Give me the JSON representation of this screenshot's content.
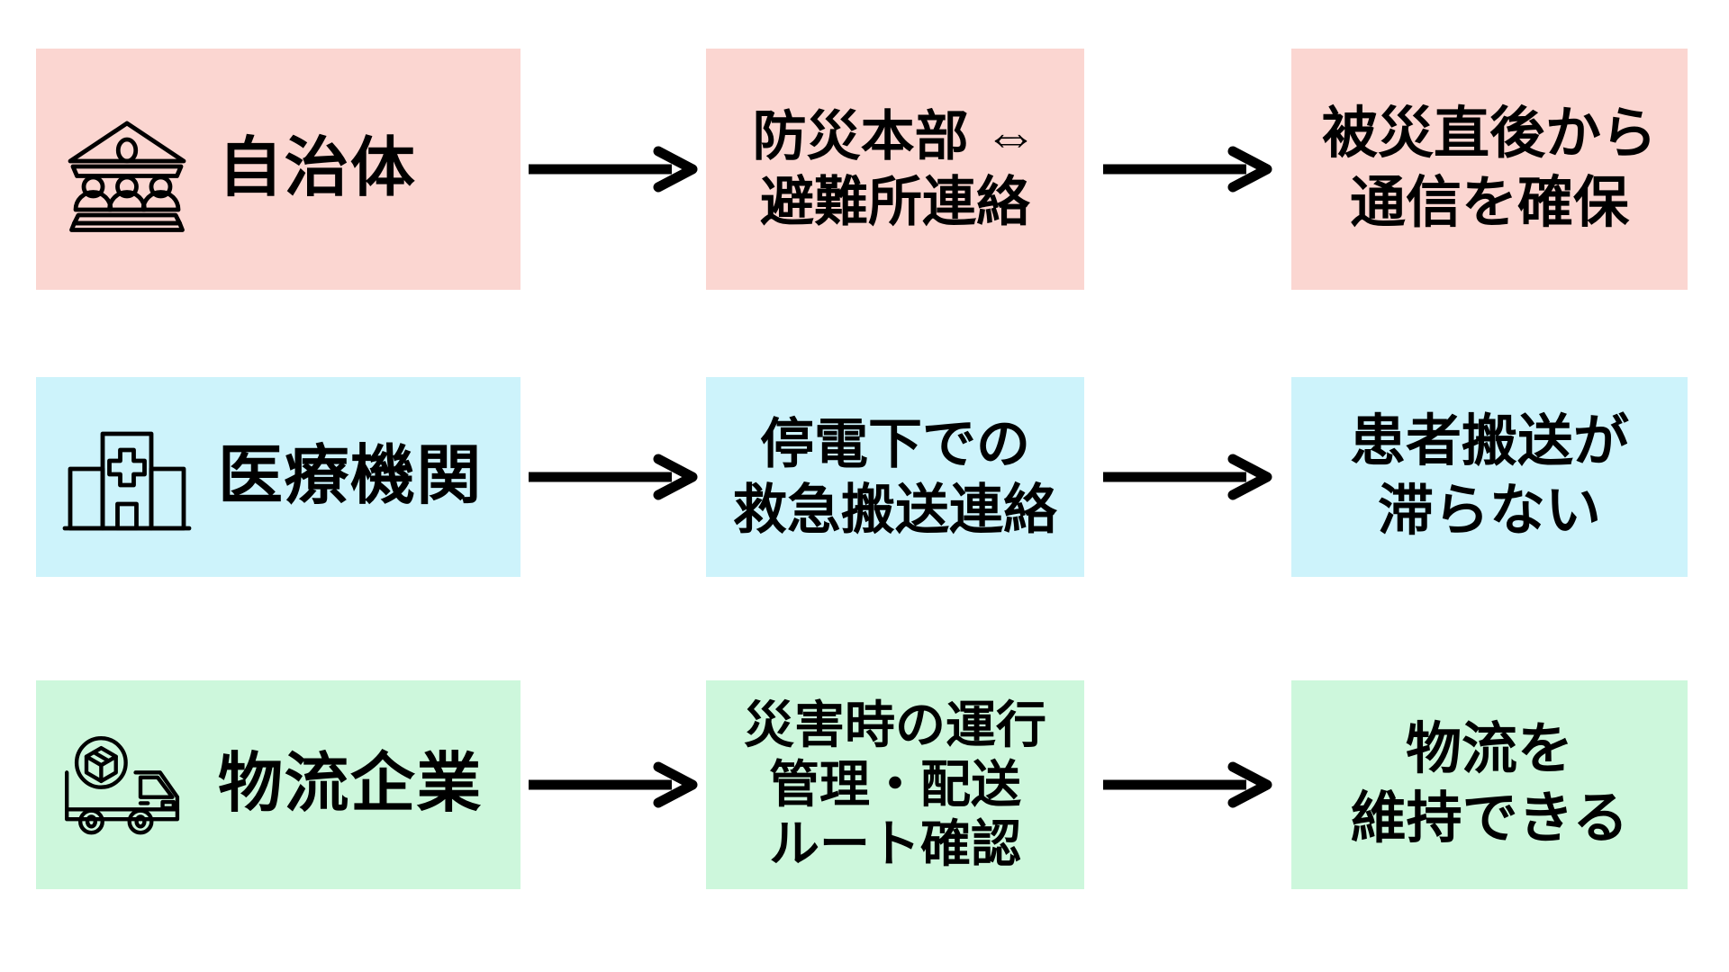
{
  "diagram": {
    "type": "three-row-flow",
    "colors": {
      "pink": "#fbd6d1",
      "blue": "#cdf3fb",
      "green": "#cdf7dc",
      "text": "#000000",
      "arrow": "#000000",
      "background": "#ffffff"
    },
    "rows": [
      {
        "id": "row-local-government",
        "tint": "pink",
        "actor": {
          "icon": "government-building-people-icon",
          "label": "自治体"
        },
        "arrow1": "arrow-right-icon",
        "action": {
          "lines": [
            "防災本部 ⇔",
            "避難所連絡"
          ]
        },
        "arrow2": "arrow-right-icon",
        "outcome": {
          "lines": [
            "被災直後から",
            "通信を確保"
          ]
        }
      },
      {
        "id": "row-medical-institution",
        "tint": "blue",
        "actor": {
          "icon": "hospital-icon",
          "label": "医療機関"
        },
        "arrow1": "arrow-right-icon",
        "action": {
          "lines": [
            "停電下での",
            "救急搬送連絡"
          ]
        },
        "arrow2": "arrow-right-icon",
        "outcome": {
          "lines": [
            "患者搬送が",
            "滞らない"
          ]
        }
      },
      {
        "id": "row-logistics-company",
        "tint": "green",
        "actor": {
          "icon": "delivery-truck-package-icon",
          "label": "物流企業"
        },
        "arrow1": "arrow-right-icon",
        "action": {
          "lines": [
            "災害時の運行",
            "管理・配送",
            "ルート確認"
          ]
        },
        "arrow2": "arrow-right-icon",
        "outcome": {
          "lines": [
            "物流を",
            "維持できる"
          ]
        }
      }
    ]
  }
}
